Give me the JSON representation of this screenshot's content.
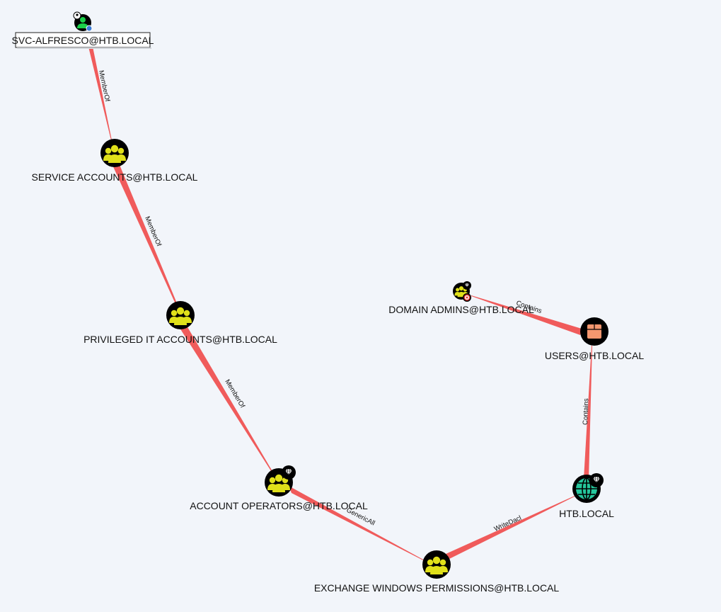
{
  "colors": {
    "background": "#f2f5fa",
    "edge": "#f05b5b",
    "node_circle": "#000000",
    "group_icon": "#e0e01a",
    "user_icon": "#1bd04a",
    "ou_icon": "#f5976f",
    "domain_icon": "#25c79c",
    "label_text": "#111111"
  },
  "nodes": {
    "svc_alfresco": {
      "label": "SVC-ALFRESCO@HTB.LOCAL",
      "icon": "user-icon",
      "badge": "owned-icon"
    },
    "service_accounts": {
      "label": "SERVICE ACCOUNTS@HTB.LOCAL",
      "icon": "group-icon"
    },
    "privileged_it": {
      "label": "PRIVILEGED IT ACCOUNTS@HTB.LOCAL",
      "icon": "group-icon"
    },
    "account_operators": {
      "label": "ACCOUNT OPERATORS@HTB.LOCAL",
      "icon": "group-icon",
      "badge": "diamond-icon"
    },
    "exchange_windows": {
      "label": "EXCHANGE WINDOWS PERMISSIONS@HTB.LOCAL",
      "icon": "group-icon"
    },
    "htb_local": {
      "label": "HTB.LOCAL",
      "icon": "globe-icon",
      "badge": "diamond-icon"
    },
    "users": {
      "label": "USERS@HTB.LOCAL",
      "icon": "ou-box-icon"
    },
    "domain_admins": {
      "label": "DOMAIN ADMINS@HTB.LOCAL",
      "icon": "group-icon",
      "badge": "diamond-icon",
      "badge2": "target-icon"
    }
  },
  "edges": {
    "e1": "MemberOf",
    "e2": "MemberOf",
    "e3": "MemberOf",
    "e4": "GenericAll",
    "e5": "WriteDacl",
    "e6": "Contains",
    "e7": "Contains"
  }
}
